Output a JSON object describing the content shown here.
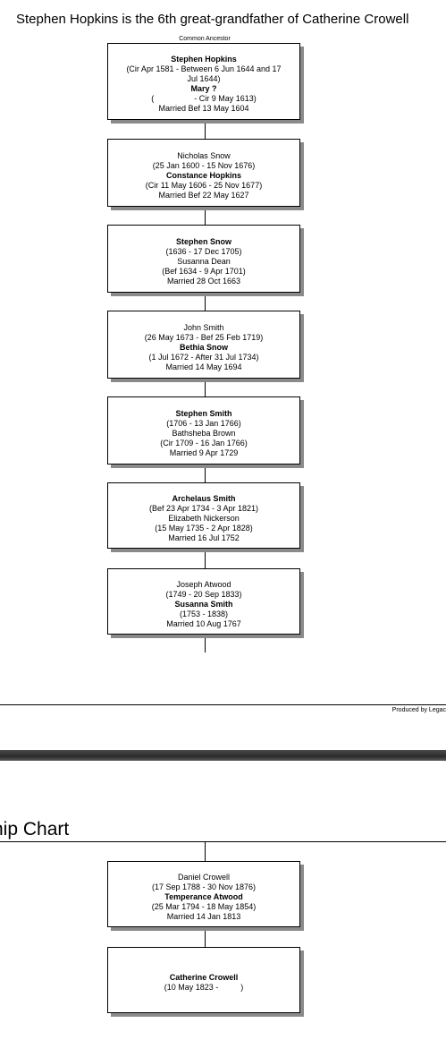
{
  "page": {
    "title": "Stephen Hopkins is the 6th great-grandfather of Catherine Crowell",
    "common_ancestor_label": "Common Ancestor",
    "produced_by": "Produced by Legac",
    "second_page_heading": "hip Chart"
  },
  "boxes": [
    {
      "lines": [
        {
          "t": "Stephen Hopkins",
          "b": true
        },
        {
          "t": "(Cir Apr 1581 - Between 6 Jun 1644 and 17",
          "b": false
        },
        {
          "t": "Jul 1644)",
          "b": false
        },
        {
          "t": "Mary ?",
          "b": true
        },
        {
          "t": "(                  - Cir 9 May 1613)",
          "b": false
        },
        {
          "t": "Married Bef 13 May 1604",
          "b": false
        }
      ]
    },
    {
      "lines": [
        {
          "t": "Nicholas Snow",
          "b": false
        },
        {
          "t": "(25 Jan 1600 - 15 Nov 1676)",
          "b": false
        },
        {
          "t": "Constance Hopkins",
          "b": true
        },
        {
          "t": "(Cir 11 May 1606 - 25 Nov 1677)",
          "b": false
        },
        {
          "t": "Married Bef 22 May 1627",
          "b": false
        }
      ]
    },
    {
      "lines": [
        {
          "t": "Stephen Snow",
          "b": true
        },
        {
          "t": "(1636 - 17 Dec 1705)",
          "b": false
        },
        {
          "t": "Susanna Dean",
          "b": false
        },
        {
          "t": "(Bef 1634 - 9 Apr 1701)",
          "b": false
        },
        {
          "t": "Married 28 Oct 1663",
          "b": false
        }
      ]
    },
    {
      "lines": [
        {
          "t": "John Smith",
          "b": false
        },
        {
          "t": "(26 May 1673 - Bef 25 Feb 1719)",
          "b": false
        },
        {
          "t": "Bethia Snow",
          "b": true
        },
        {
          "t": "(1 Jul 1672 - After 31 Jul 1734)",
          "b": false
        },
        {
          "t": "Married 14 May 1694",
          "b": false
        }
      ]
    },
    {
      "lines": [
        {
          "t": "Stephen Smith",
          "b": true
        },
        {
          "t": "(1706 - 13 Jan 1766)",
          "b": false
        },
        {
          "t": "Bathsheba Brown",
          "b": false
        },
        {
          "t": "(Cir 1709 - 16 Jan 1766)",
          "b": false
        },
        {
          "t": "Married 9 Apr 1729",
          "b": false
        }
      ]
    },
    {
      "lines": [
        {
          "t": "Archelaus Smith",
          "b": true
        },
        {
          "t": "(Bef 23 Apr 1734 - 3 Apr 1821)",
          "b": false
        },
        {
          "t": "Elizabeth Nickerson",
          "b": false
        },
        {
          "t": "(15 May 1735 - 2 Apr 1828)",
          "b": false
        },
        {
          "t": "Married 16 Jul 1752",
          "b": false
        }
      ]
    },
    {
      "lines": [
        {
          "t": "Joseph Atwood",
          "b": false
        },
        {
          "t": "(1749 - 20 Sep 1833)",
          "b": false
        },
        {
          "t": "Susanna Smith",
          "b": true
        },
        {
          "t": "(1753 - 1838)",
          "b": false
        },
        {
          "t": "Married 10 Aug 1767",
          "b": false
        }
      ]
    },
    {
      "lines": [
        {
          "t": "Daniel Crowell",
          "b": false
        },
        {
          "t": "(17 Sep 1788 - 30 Nov 1876)",
          "b": false
        },
        {
          "t": "Temperance Atwood",
          "b": true
        },
        {
          "t": "(25 Mar 1794 - 18 May 1854)",
          "b": false
        },
        {
          "t": "Married 14 Jan 1813",
          "b": false
        }
      ]
    },
    {
      "lines": [
        {
          "t": "Catherine Crowell",
          "b": true
        },
        {
          "t": "(10 May 1823 -          )",
          "b": false
        }
      ]
    }
  ]
}
